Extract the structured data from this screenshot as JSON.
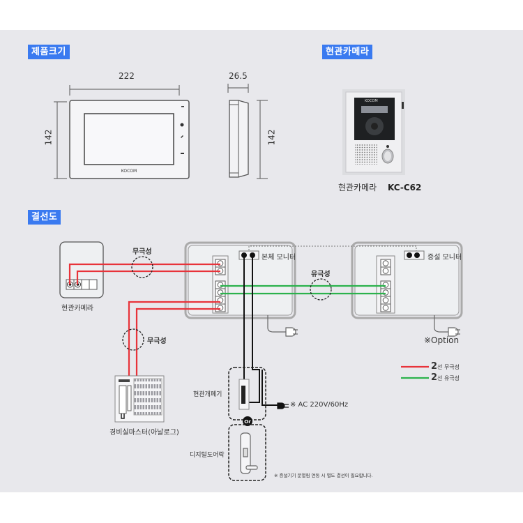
{
  "sections": {
    "size": "제품크기",
    "camera": "현관카메라",
    "wiring": "결선도"
  },
  "dimensions": {
    "width": "222",
    "height_front": "142",
    "depth": "26.5",
    "height_side": "142"
  },
  "monitor_brand": "KOCOM",
  "camera_brand": "KOCOM",
  "camera_caption": {
    "prefix": "현관카메라",
    "model": "KC-C62"
  },
  "wiring": {
    "door_camera_label": "현관카메라",
    "nonpolar_label_1": "무극성",
    "nonpolar_label_2": "무극성",
    "polar_label": "유극성",
    "main_monitor_label": "본체 모니터",
    "sub_monitor_label": "증설 모니터",
    "option_label": "※Option",
    "guard_master_label": "경비실마스터(아날로그)",
    "door_opener_label": "현관개폐기",
    "digital_lock_label": "디지털도어락",
    "or_label": "Or",
    "ac_label": "※ AC 220V/60Hz",
    "note": "※ 증설기기 문열림 연동 시 별도 결선이 필요합니다."
  },
  "legend": [
    {
      "count": "2",
      "text": "선 무극성",
      "color": "#e8333a"
    },
    {
      "count": "2",
      "text": "선 유극성",
      "color": "#2bb24c"
    }
  ],
  "colors": {
    "accent": "#3a7af0",
    "red_wire": "#e8333a",
    "green_wire": "#2bb24c"
  }
}
